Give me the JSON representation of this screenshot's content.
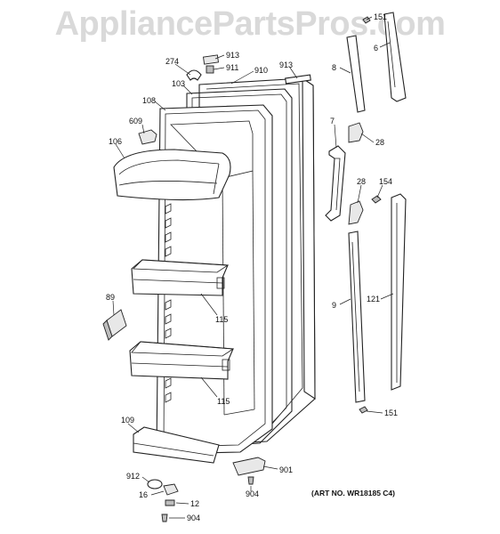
{
  "watermark": "AppliancePartsPros.com",
  "art_number": "(ART NO. WR18185 C4)",
  "callouts": [
    {
      "id": "c151a",
      "label": "151"
    },
    {
      "id": "c6",
      "label": "6"
    },
    {
      "id": "c913a",
      "label": "913"
    },
    {
      "id": "c274",
      "label": "274"
    },
    {
      "id": "c911",
      "label": "911"
    },
    {
      "id": "c910",
      "label": "910"
    },
    {
      "id": "c913b",
      "label": "913"
    },
    {
      "id": "c8",
      "label": "8"
    },
    {
      "id": "c103",
      "label": "103"
    },
    {
      "id": "c108",
      "label": "108"
    },
    {
      "id": "c609",
      "label": "609"
    },
    {
      "id": "c7",
      "label": "7"
    },
    {
      "id": "c28a",
      "label": "28"
    },
    {
      "id": "c106",
      "label": "106"
    },
    {
      "id": "c28b",
      "label": "28"
    },
    {
      "id": "c154",
      "label": "154"
    },
    {
      "id": "c89",
      "label": "89"
    },
    {
      "id": "c9",
      "label": "9"
    },
    {
      "id": "c121",
      "label": "121"
    },
    {
      "id": "c115a",
      "label": "115"
    },
    {
      "id": "c115b",
      "label": "115"
    },
    {
      "id": "c151b",
      "label": "151"
    },
    {
      "id": "c109",
      "label": "109"
    },
    {
      "id": "c901",
      "label": "901"
    },
    {
      "id": "c912",
      "label": "912"
    },
    {
      "id": "c904a",
      "label": "904"
    },
    {
      "id": "c16",
      "label": "16"
    },
    {
      "id": "c12",
      "label": "12"
    },
    {
      "id": "c904b",
      "label": "904"
    }
  ]
}
